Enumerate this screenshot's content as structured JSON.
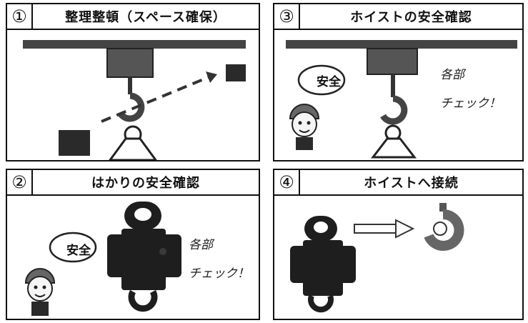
{
  "panels": [
    {
      "number": "①",
      "title": "整理整頓（スペース確保）"
    },
    {
      "number": "③",
      "title": "ホイストの安全確認",
      "bubble": "安全",
      "note_line1": "各部",
      "note_line2": "チェック！"
    },
    {
      "number": "②",
      "title": "はかりの安全確認",
      "bubble": "安全",
      "note_line1": "各部",
      "note_line2": "チェック！"
    },
    {
      "number": "④",
      "title": "ホイストへ接続"
    }
  ]
}
